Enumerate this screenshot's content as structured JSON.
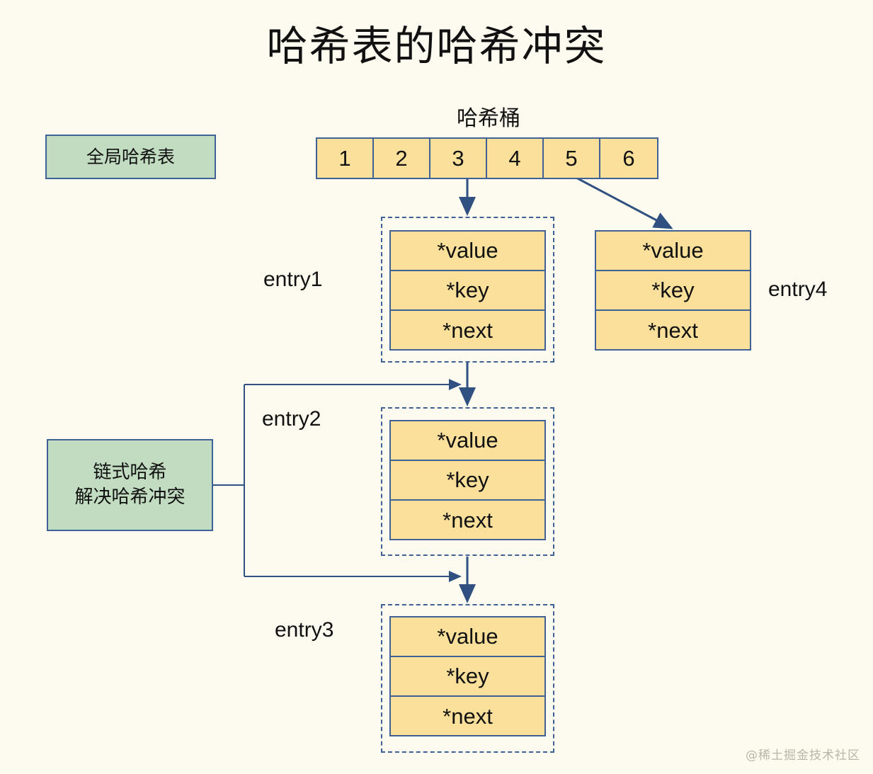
{
  "page": {
    "title": "哈希表的哈希冲突",
    "background_color": "#fdfbef",
    "watermark": "@稀土掘金技术社区"
  },
  "colors": {
    "cell_fill": "#fae09a",
    "note_fill": "#c2dcc1",
    "stroke": "#3f6195",
    "text": "#111111"
  },
  "notes": {
    "global_hash_table": "全局哈希表",
    "chain_hash": "链式哈希\n解决哈希冲突"
  },
  "bucket": {
    "title": "哈希桶",
    "cells": [
      "1",
      "2",
      "3",
      "4",
      "5",
      "6"
    ]
  },
  "entries": {
    "entry1": {
      "label": "entry1",
      "dashed": true,
      "fields": [
        "*value",
        "*key",
        "*next"
      ]
    },
    "entry2": {
      "label": "entry2",
      "dashed": true,
      "fields": [
        "*value",
        "*key",
        "*next"
      ]
    },
    "entry3": {
      "label": "entry3",
      "dashed": true,
      "fields": [
        "*value",
        "*key",
        "*next"
      ]
    },
    "entry4": {
      "label": "entry4",
      "dashed": false,
      "fields": [
        "*value",
        "*key",
        "*next"
      ]
    }
  },
  "connections": [
    {
      "from": "bucket-cell-3",
      "to": "entry1",
      "style": "straight-down-arrow"
    },
    {
      "from": "bucket-cell-5",
      "to": "entry4",
      "style": "diagonal-arrow"
    },
    {
      "from": "entry1",
      "to": "entry2",
      "style": "straight-down-arrow"
    },
    {
      "from": "entry2",
      "to": "entry3",
      "style": "straight-down-arrow"
    },
    {
      "from": "chain_hash_note",
      "to": "entry2",
      "style": "elbow-arrow"
    },
    {
      "from": "chain_hash_note",
      "to": "entry3",
      "style": "elbow-arrow"
    }
  ]
}
